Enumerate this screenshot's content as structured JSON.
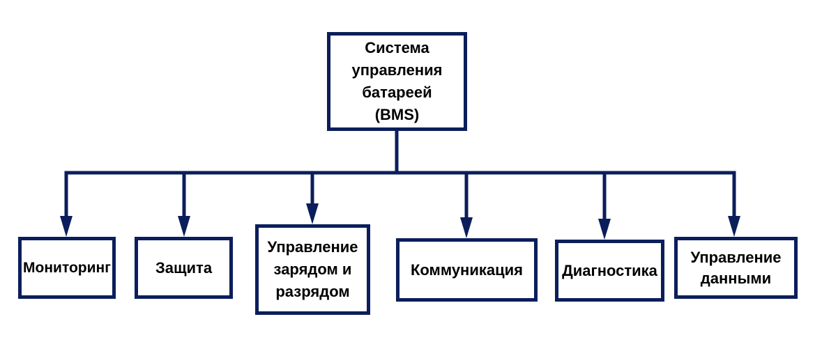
{
  "diagram": {
    "root": {
      "label": "Система\nуправления\nбатареей\n(BMS)"
    },
    "children": [
      {
        "label": "Мониторинг"
      },
      {
        "label": "Защита"
      },
      {
        "label": "Управление\nзарядом и\nразрядом"
      },
      {
        "label": "Коммуникация"
      },
      {
        "label": "Диагностика"
      },
      {
        "label": "Управление\nданными"
      }
    ],
    "colors": {
      "line": "#0b1e5b",
      "box_border": "#0b1e5b",
      "text": "#000000",
      "background": "#ffffff"
    }
  }
}
